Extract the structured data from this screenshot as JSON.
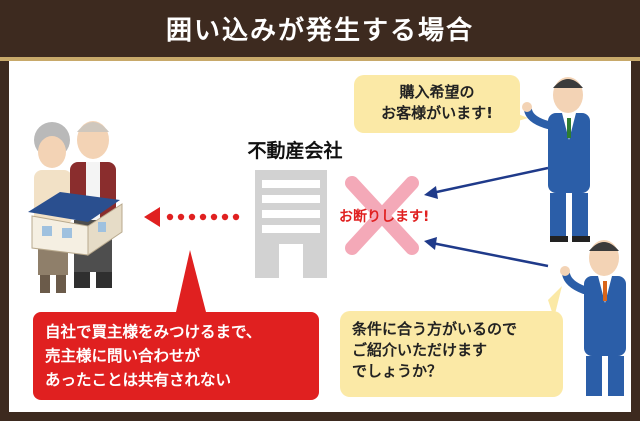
{
  "title": "囲い込みが発生する場合",
  "company": {
    "label": "不動産会社"
  },
  "refusal": {
    "label": "お断りします!"
  },
  "buyer_bubble_top": {
    "lines": [
      "購入希望の",
      "お客様がいます!"
    ]
  },
  "buyer_bubble_bottom": {
    "lines": [
      "条件に合う方がいるので",
      "ご紹介いただけます",
      "でしょうか？"
    ]
  },
  "warning_box": {
    "lines": [
      "自社で買主様をみつけるまで、",
      "売主様に問い合わせが",
      "あったことは共有されない"
    ]
  },
  "colors": {
    "header_bg": "#3d2a1f",
    "accent_red": "#e02020",
    "bubble_yellow": "#fbe9a6",
    "arrow_navy": "#1f3a8a",
    "building_gray": "#d2d2d2",
    "cross_pink": "#f4a9b8"
  },
  "icons": [
    "house-icon",
    "seller-couple-illustration",
    "office-building-icon",
    "cross-mark-icon",
    "businessman-illustration"
  ]
}
